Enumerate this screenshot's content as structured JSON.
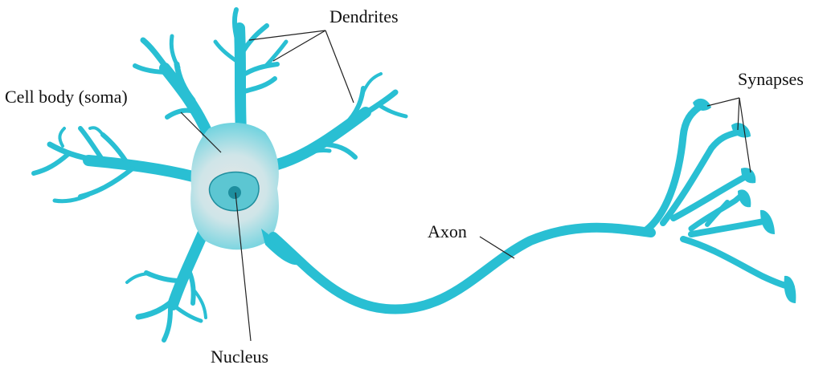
{
  "labels": {
    "dendrites": "Dendrites",
    "cell_body": "Cell body (soma)",
    "nucleus": "Nucleus",
    "axon": "Axon",
    "synapses": "Synapses"
  },
  "colors": {
    "neuron": "#29bfd3",
    "soma_center": "#e6e6e6",
    "nucleus": "#5cc6d2",
    "nucleolus": "#1e8e9e",
    "leader": "#222222"
  }
}
